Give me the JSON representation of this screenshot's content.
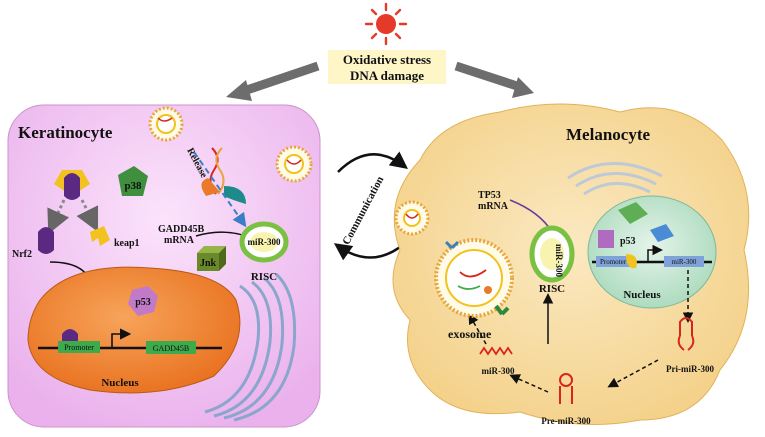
{
  "header": {
    "stress_line1": "Oxidative stress",
    "stress_line2": "DNA damage"
  },
  "keratinocyte": {
    "title": "Keratinocyte",
    "labels": {
      "p38": "p38",
      "nrf2": "Nrf2",
      "keap1": "keap1",
      "jnk": "Jnk",
      "p53": "p53",
      "gadd45b_mrna_line1": "GADD45B",
      "gadd45b_mrna_line2": "mRNA",
      "mir300": "miR-300",
      "risc": "RISC",
      "release": "Release",
      "promoter": "Promoter",
      "gene": "GADD45B",
      "nucleus": "Nucleus"
    }
  },
  "communication": "Communication",
  "melanocyte": {
    "title": "Melanocyte",
    "labels": {
      "tp53_mrna_line1": "TP53",
      "tp53_mrna_line2": "mRNA",
      "mir300_risc": "miR-300",
      "risc": "RISC",
      "p53": "p53",
      "promoter": "Promoter",
      "gene": "miR-300",
      "nucleus": "Nucleus",
      "exosome": "exosome",
      "mir300_free": "miR-300",
      "pre_mir300": "Pre-miR-300",
      "pri_mir300": "Pri-miR-300"
    }
  },
  "colors": {
    "keratinocyte_fill": "#f3c6f3",
    "melanocyte_fill": "#f7d89a",
    "nucleus_left": "#f0842c",
    "nucleus_right": "#bfe3ce",
    "promoter_green": "#3daa4c",
    "arrow_gray": "#6d6d6d",
    "sun_red": "#e53a2a",
    "label_blue": "#2464b5",
    "rna_red": "#d8261e"
  }
}
